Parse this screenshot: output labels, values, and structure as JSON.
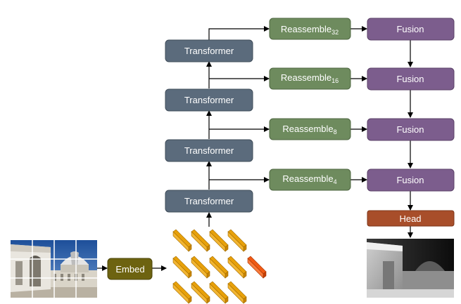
{
  "labels": {
    "transformer": "Transformer",
    "reassemble": "Reassemble",
    "fusion": "Fusion",
    "head": "Head",
    "embed": "Embed"
  },
  "reassemble_subscripts": [
    "32",
    "16",
    "8",
    "4"
  ],
  "colors": {
    "transformer": "#5b6b7c",
    "reassemble": "#6e8b5e",
    "fusion": "#7c5d8d",
    "head": "#a84e2a",
    "embed": "#6d6310",
    "token": "#e8a10a",
    "token_highlight": "#f05a14",
    "arrow": "#000000"
  },
  "images": {
    "input": "observatory photograph divided into a grid of patches",
    "output": "grayscale depth map of the observatory"
  }
}
